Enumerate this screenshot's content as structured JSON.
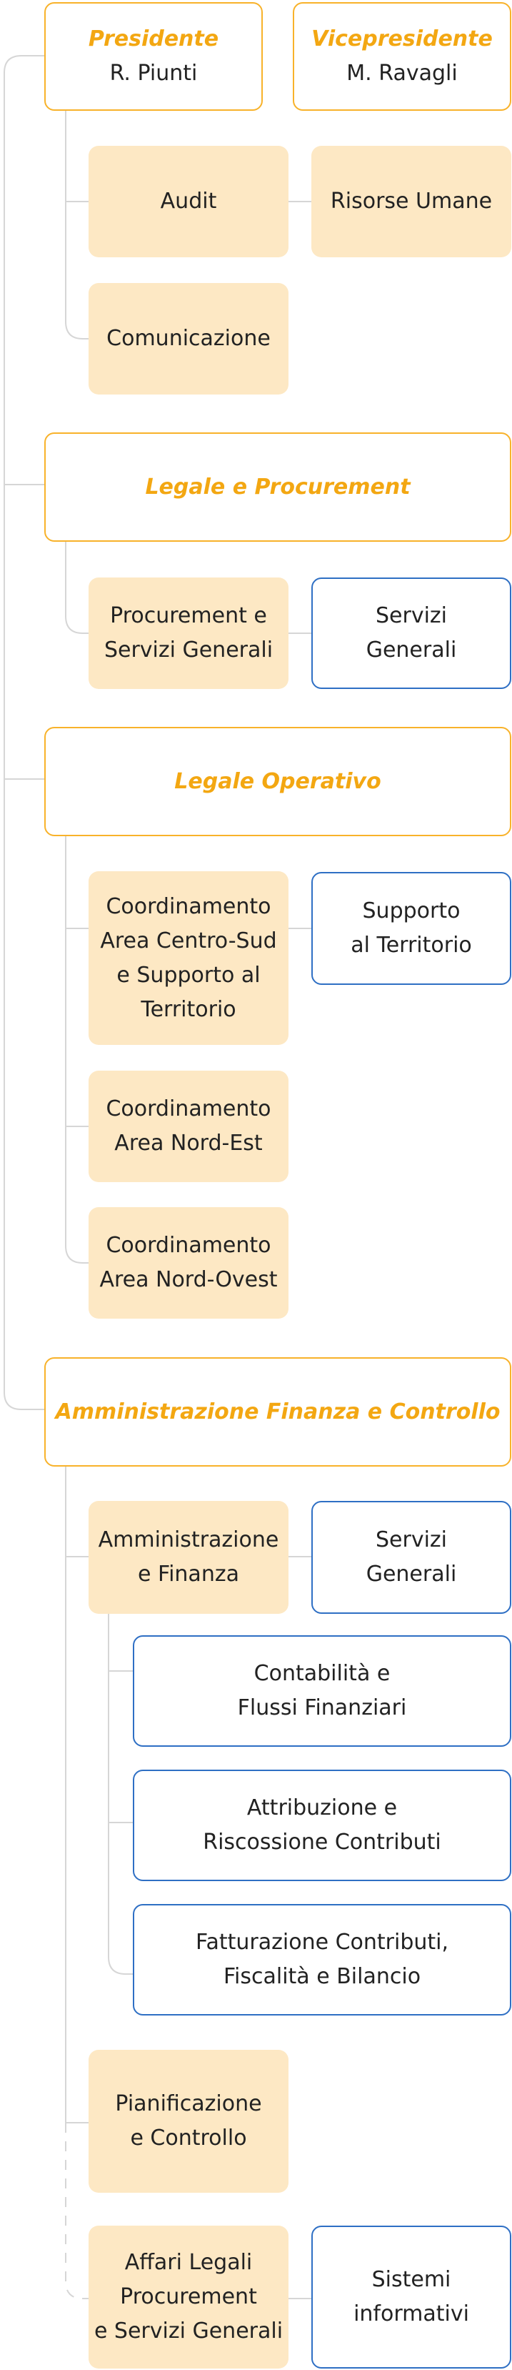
{
  "presidente": {
    "role": "Presidente",
    "name": "R. Piunti"
  },
  "vicepresidente": {
    "role": "Vicepresidente",
    "name": "M. Ravagli"
  },
  "audit": "Audit",
  "risorse_umane": "Risorse Umane",
  "comunicazione": "Comunicazione",
  "legale_procurement": {
    "title": "Legale e Procurement",
    "procurement": [
      "Procurement e",
      "Servizi Generali"
    ],
    "servizi_generali": [
      "Servizi",
      "Generali"
    ]
  },
  "legale_operativo": {
    "title": "Legale Operativo",
    "centro_sud": [
      "Coordinamento",
      "Area Centro-Sud",
      "e Supporto al",
      "Territorio"
    ],
    "supporto": [
      "Supporto",
      "al Territorio"
    ],
    "nord_est": [
      "Coordinamento",
      "Area Nord-Est"
    ],
    "nord_ovest": [
      "Coordinamento",
      "Area Nord-Ovest"
    ]
  },
  "afc": {
    "title": "Amministrazione Finanza e Controllo",
    "amm_finanza": [
      "Amministrazione",
      "e Finanza"
    ],
    "servizi_generali": [
      "Servizi",
      "Generali"
    ],
    "contabilita": [
      "Contabilità e",
      "Flussi Finanziari"
    ],
    "attribuzione": [
      "Attribuzione e",
      "Riscossione Contributi"
    ],
    "fatturazione": [
      "Fatturazione Contributi,",
      "Fiscalità e Bilancio"
    ],
    "pianificazione": [
      "Pianificazione",
      "e Controllo"
    ],
    "affari_legali": [
      "Affari Legali",
      "Procurement",
      "e Servizi Generali"
    ],
    "sistemi": [
      "Sistemi",
      "informativi"
    ]
  },
  "colors": {
    "head_border": "#f8b22a",
    "head_text": "#f3a712",
    "unit_fill": "#fde8c4",
    "sub_border": "#2e6fc4",
    "connector": "#d6d6d6"
  }
}
